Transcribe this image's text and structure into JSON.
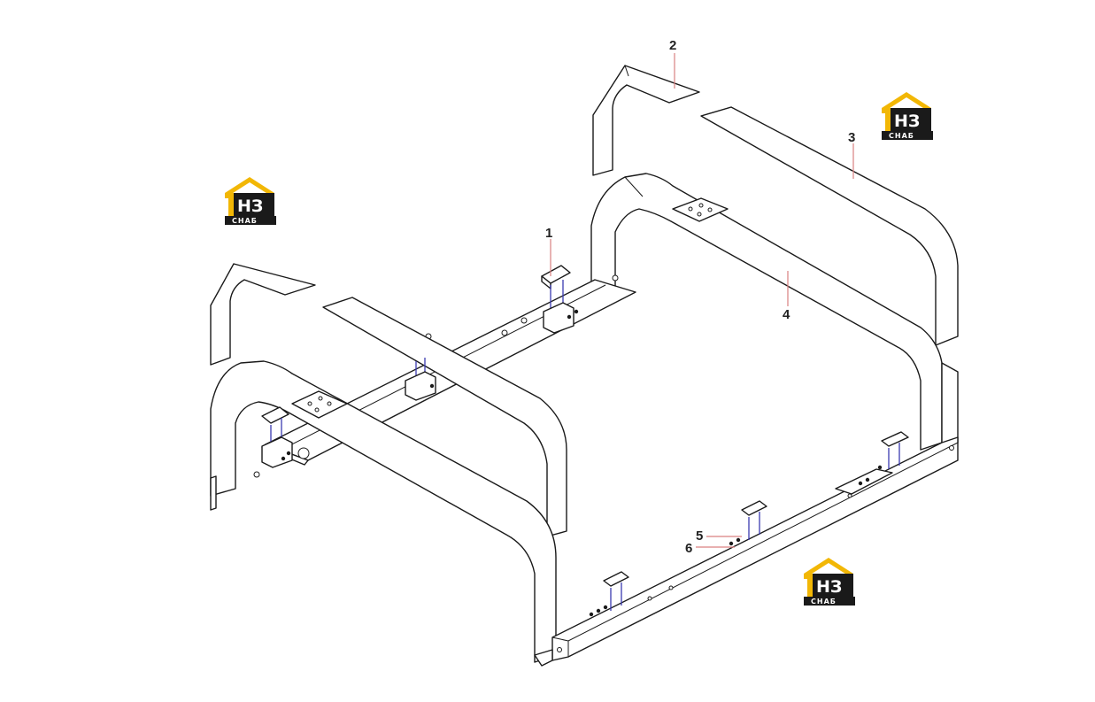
{
  "callouts": [
    {
      "id": "1",
      "text": "1"
    },
    {
      "id": "2",
      "text": "2"
    },
    {
      "id": "3",
      "text": "3"
    },
    {
      "id": "4",
      "text": "4"
    },
    {
      "id": "5",
      "text": "5"
    },
    {
      "id": "6",
      "text": "6"
    }
  ],
  "watermark": {
    "big": "НЗ",
    "small": "СНАБ",
    "colors": {
      "roof": "#f2b705",
      "box": "#1a1a1a",
      "text": "#ffffff"
    }
  }
}
